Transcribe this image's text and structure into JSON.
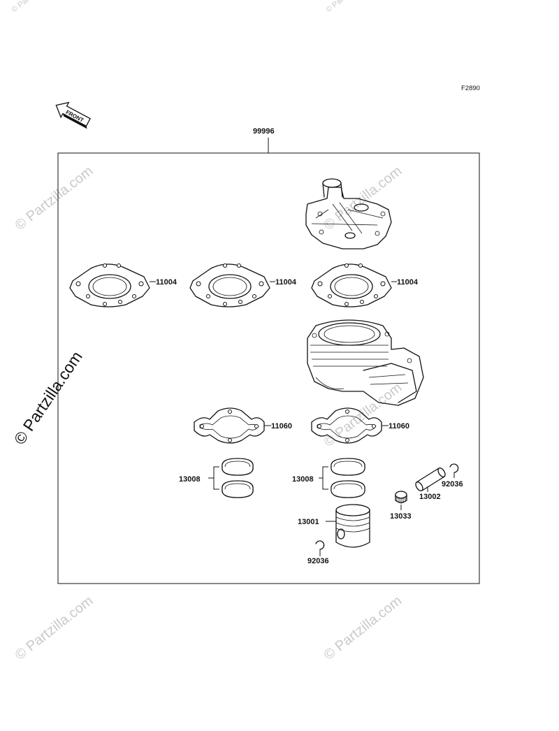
{
  "diagram": {
    "figure_code": "F2890",
    "front_arrow_label": "FRONT",
    "kit_part_number": "99996",
    "parts": {
      "head_gasket_1": "11004",
      "head_gasket_2": "11004",
      "head_gasket_3": "11004",
      "base_gasket_1": "11060",
      "base_gasket_2": "11060",
      "rings_1": "13008",
      "rings_2": "13008",
      "piston": "13001",
      "piston_pin": "13002",
      "needle_bearing": "13033",
      "circlip_1": "92036",
      "circlip_2": "92036"
    }
  },
  "watermark": {
    "text": "© Partzilla.com",
    "small_text": "© Partzilla.com"
  },
  "colors": {
    "line": "#111111",
    "watermark": "#c9c9c9",
    "background": "#ffffff"
  }
}
